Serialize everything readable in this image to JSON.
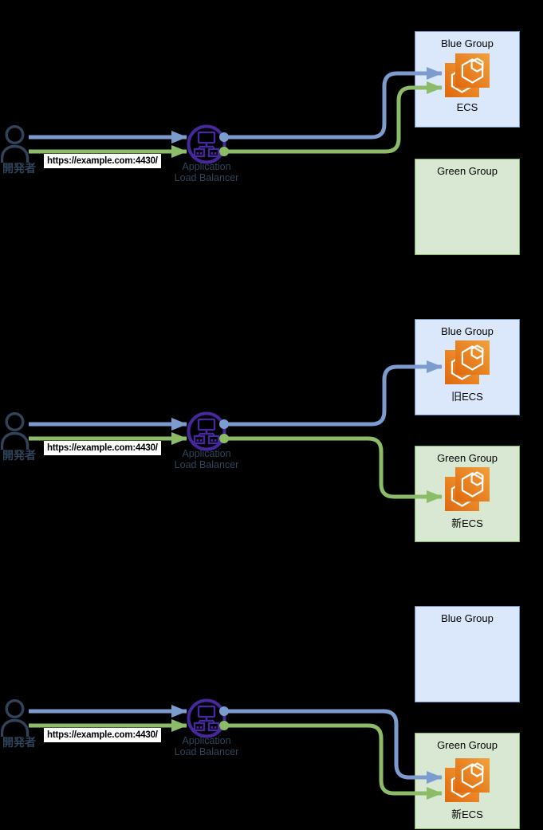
{
  "diagram": {
    "background_color": "#000000",
    "colors": {
      "blue_arrow": "#7C9CD0",
      "green_arrow": "#8DBC68",
      "blue_group_fill": "#DBE8FB",
      "blue_group_border": "#6F93C1",
      "green_group_fill": "#D8E8D2",
      "green_group_border": "#82B366",
      "alb_purple": "#45279E",
      "actor_color": "#31435A",
      "ecs_orange_dark": "#DF680E",
      "ecs_orange_light": "#F2A13C",
      "url_label_bg": "#FFFFFF",
      "url_label_text": "#000000"
    },
    "panels": [
      {
        "actor_label": "開発者",
        "url_label": "https://example.com:4430/",
        "alb_label_line1": "Application",
        "alb_label_line2": "Load Balancer",
        "blue_group": {
          "title": "Blue Group",
          "ecs_label": "ECS"
        },
        "green_group": {
          "title": "Green Group"
        },
        "routing": {
          "blue_arrow_target": "blue_group",
          "green_arrow_target": "blue_group"
        }
      },
      {
        "actor_label": "開発者",
        "url_label": "https://example.com:4430/",
        "alb_label_line1": "Application",
        "alb_label_line2": "Load Balancer",
        "blue_group": {
          "title": "Blue Group",
          "ecs_label": "旧ECS"
        },
        "green_group": {
          "title": "Green Group",
          "ecs_label": "新ECS"
        },
        "routing": {
          "blue_arrow_target": "blue_group",
          "green_arrow_target": "green_group"
        }
      },
      {
        "actor_label": "開発者",
        "url_label": "https://example.com:4430/",
        "alb_label_line1": "Application",
        "alb_label_line2": "Load Balancer",
        "blue_group": {
          "title": "Blue Group"
        },
        "green_group": {
          "title": "Green Group",
          "ecs_label": "新ECS"
        },
        "routing": {
          "blue_arrow_target": "green_group",
          "green_arrow_target": "green_group"
        }
      }
    ]
  }
}
